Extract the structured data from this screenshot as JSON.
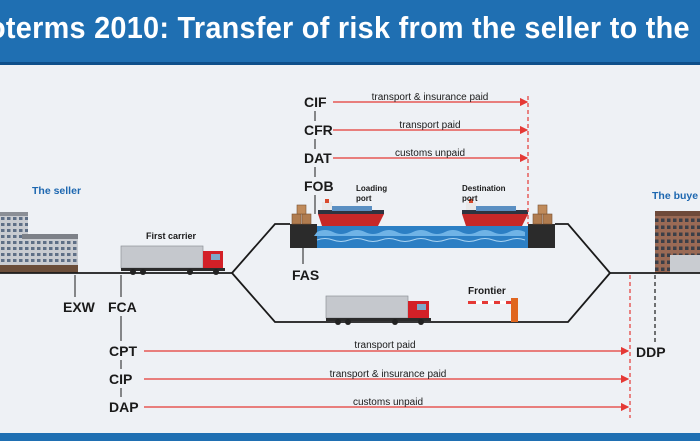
{
  "title": "oterms 2010: Transfer of risk from the seller to the bu",
  "parties": {
    "seller": "The seller",
    "buyer": "The buye"
  },
  "places": {
    "loading_port": [
      "Loading",
      "port"
    ],
    "destination_port": [
      "Destination",
      "port"
    ],
    "first_carrier": "First carrier",
    "frontier": "Frontier"
  },
  "sea_terms": [
    {
      "code": "CIF",
      "label": "transport & insurance paid"
    },
    {
      "code": "CFR",
      "label": "transport paid"
    },
    {
      "code": "DAT",
      "label": "customs unpaid"
    },
    {
      "code": "FOB",
      "label": ""
    }
  ],
  "ground_terms": {
    "fas": "FAS",
    "exw": "EXW",
    "fca": "FCA",
    "ddp": "DDP"
  },
  "land_terms": [
    {
      "code": "CPT",
      "label": "transport paid"
    },
    {
      "code": "CIP",
      "label": "transport & insurance paid"
    },
    {
      "code": "DAP",
      "label": "customs unpaid"
    }
  ],
  "colors": {
    "header": "#1f6fb2",
    "arrow": "#e53935",
    "water": "#2c7fc4",
    "truck_cab": "#d32027"
  }
}
